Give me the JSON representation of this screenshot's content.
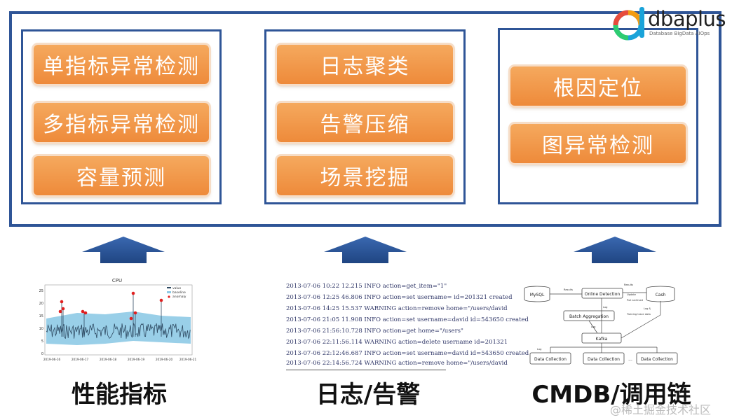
{
  "groups": [
    {
      "items": [
        "单指标异常检测",
        "多指标异常检测",
        "容量预测"
      ]
    },
    {
      "items": [
        "日志聚类",
        "告警压缩",
        "场景挖掘"
      ]
    },
    {
      "items": [
        "根因定位",
        "图异常检测"
      ]
    }
  ],
  "sources": [
    "性能指标",
    "日志/告警",
    "CMDB/调用链"
  ],
  "logo": {
    "text": "dbaplus",
    "subtitle": "Database  BigData  AIOps"
  },
  "watermark": "@稀土掘金技术社区",
  "chart": {
    "title": "CPU",
    "legend": [
      "value",
      "baseline",
      "anomaly"
    ],
    "y_ticks": [
      "25",
      "20",
      "15",
      "10",
      "5",
      "0"
    ],
    "x_ticks": [
      "2019-06-16",
      "2019-06-17",
      "2019-06-18",
      "2019-06-19",
      "2019-06-20",
      "2019-06-21"
    ]
  },
  "logs": [
    "2013-07-06 10:22 12.215 INFO action=get_item=\"1\"",
    "2013-07-06 12:25 46.806 INFO action=set username= id=201321 created",
    "2013-07-06 14:25 15.537 WARNING action=remove home=\"/users/david",
    "2013-07-06 21:05 11.908 INFO action=set username=david id=543650 created",
    "2013-07-06 21:56:10.728 INFO action=get home=\"/users\"",
    "2013-07-06 22:11:56.114 WARNING action=delete username id=201321",
    "2013-07-06 22:12:46.687 INFO action=set username=david id=543650 created",
    "2013-07-06 22:14:56.724 WARNING action=remove home=\"/users/david"
  ],
  "flow": {
    "mysql": "MySQL",
    "online": "Online Detection",
    "cash": "Cash",
    "batch": "Batch Aggregation",
    "kafka": "Kafka",
    "dc1": "Data Collection",
    "dc2": "Data Collection",
    "dc3": "Data Collection",
    "ellipsis": "...",
    "results": "Results",
    "results2": "Results",
    "update": "Update",
    "pull": "Pull archived",
    "log_label": "Log &",
    "training": "Training trace data",
    "log_a": "Log",
    "log_b": "Log",
    "log_c": "Log"
  },
  "colors": {
    "frame": "#2f5597",
    "button": "#ee8a3a",
    "arrow": "#2f5597"
  }
}
